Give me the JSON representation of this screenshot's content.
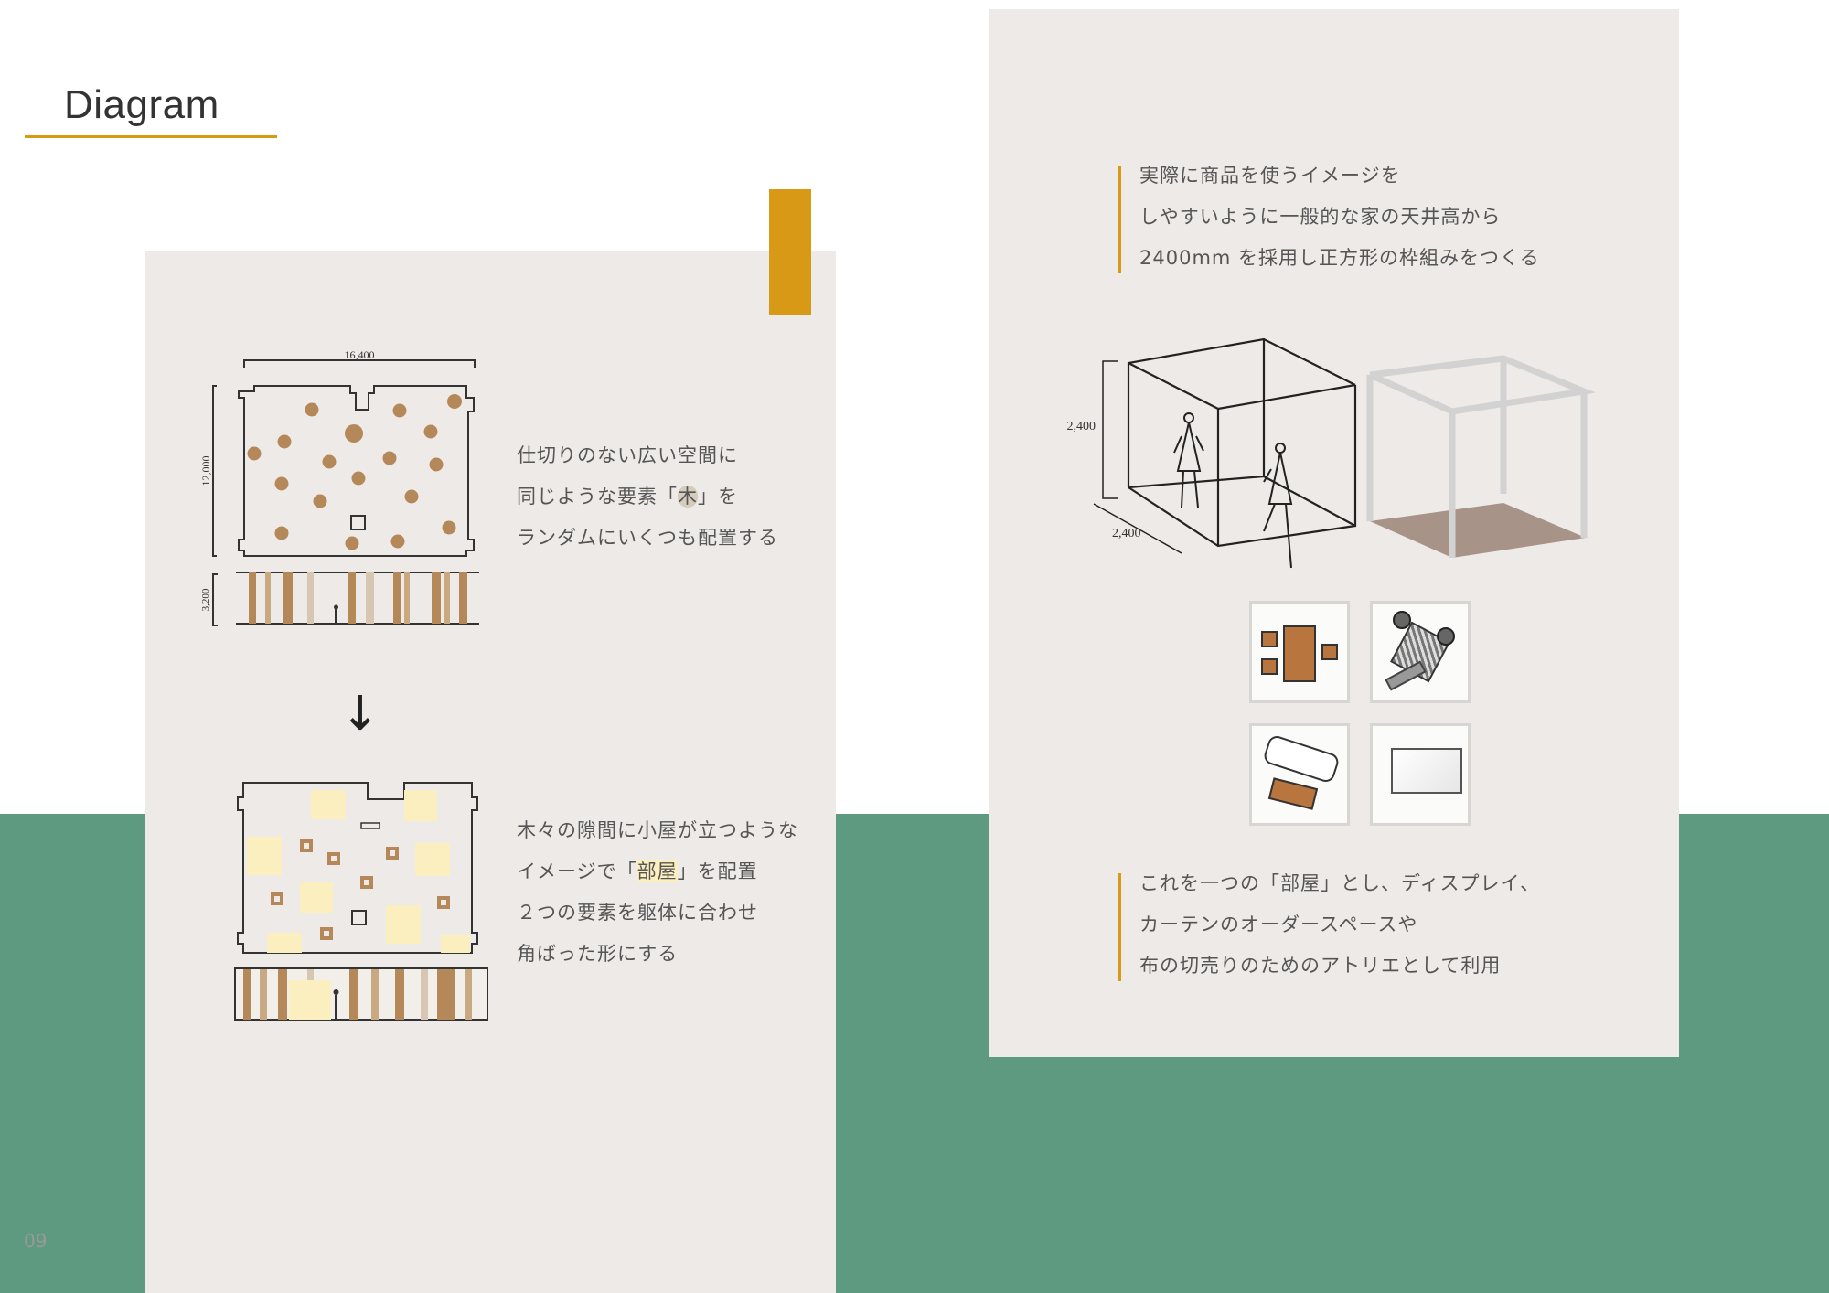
{
  "page": {
    "title": "Diagram",
    "page_number": "09"
  },
  "plan_top": {
    "dimensions": {
      "width": "16,400",
      "depth": "12,000",
      "height": "3,200"
    },
    "text": {
      "line1": "仕切りのない広い空間に",
      "line2a": "同じような要素「",
      "line2_highlight": "木",
      "line2b": "」を",
      "line3": "ランダムにいくつも配置する"
    }
  },
  "plan_bottom": {
    "text": {
      "line1": "木々の隙間に小屋が立つような",
      "line2a": "イメージで「",
      "line2_highlight": "部屋",
      "line2b": "」を配置",
      "line3": "２つの要素を躯体に合わせ",
      "line4": "角ばった形にする"
    }
  },
  "right_panel": {
    "intro": {
      "line1": "実際に商品を使うイメージを",
      "line2": "しやすいように一般的な家の天井高から",
      "line3": "2400mm を採用し正方形の枠組みをつくる"
    },
    "cube_dimensions": {
      "height": "2,400",
      "width": "2,400"
    },
    "outro": {
      "line1": "これを一つの「部屋」とし、ディスプレイ、",
      "line2": "カーテンのオーダースペースや",
      "line3": "布の切売りのためのアトリエとして利用"
    }
  },
  "colors": {
    "accent": "#d89a16",
    "green": "#5e9a7f",
    "panel": "#eeeae8",
    "tree": "#b5885a",
    "room": "#fbefc0"
  }
}
